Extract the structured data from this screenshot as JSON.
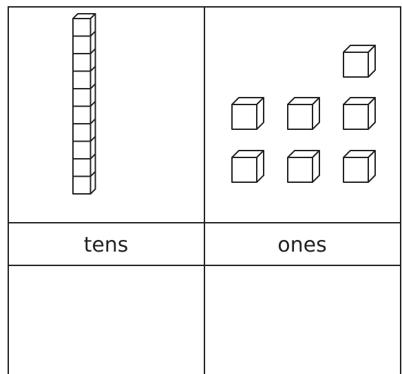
{
  "place_value_chart": {
    "columns": [
      {
        "label": "tens",
        "blocks": 1,
        "block_icon": "ten-rod"
      },
      {
        "label": "ones",
        "blocks": 7,
        "block_icon": "unit-cube"
      }
    ],
    "answer_row": [
      "",
      ""
    ]
  },
  "colors": {
    "line": "#222222",
    "background": "#ffffff"
  }
}
